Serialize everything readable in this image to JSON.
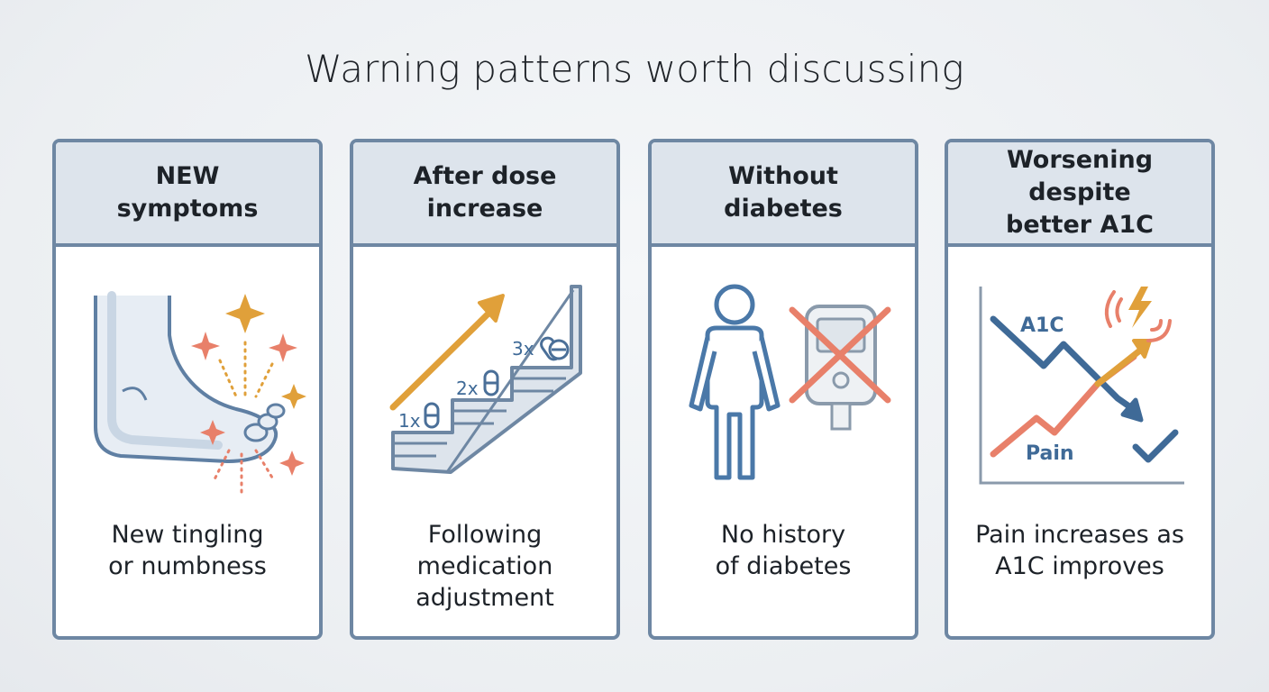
{
  "title": "Warning patterns worth discussing",
  "cards": [
    {
      "heading": "NEW\nsymptoms",
      "description": "New tingling\nor numbness",
      "icon": "foot-tingling-icon"
    },
    {
      "heading": "After dose\nincrease",
      "description": "Following\nmedication\nadjustment",
      "icon": "dose-stairs-icon",
      "steps": [
        "1x",
        "2x",
        "3x"
      ]
    },
    {
      "heading": "Without\ndiabetes",
      "description": "No history\nof diabetes",
      "icon": "person-no-glucometer-icon"
    },
    {
      "heading": "Worsening despite\nbetter A1C",
      "description": "Pain increases as\nA1C improves",
      "icon": "a1c-pain-chart-icon",
      "chart_labels": {
        "a1c": "A1C",
        "pain": "Pain"
      }
    }
  ],
  "colors": {
    "border": "#6e87a3",
    "header_bg": "#dde4ec",
    "blue": "#3f6a97",
    "orange": "#e8806a",
    "gold": "#e0a03a"
  }
}
